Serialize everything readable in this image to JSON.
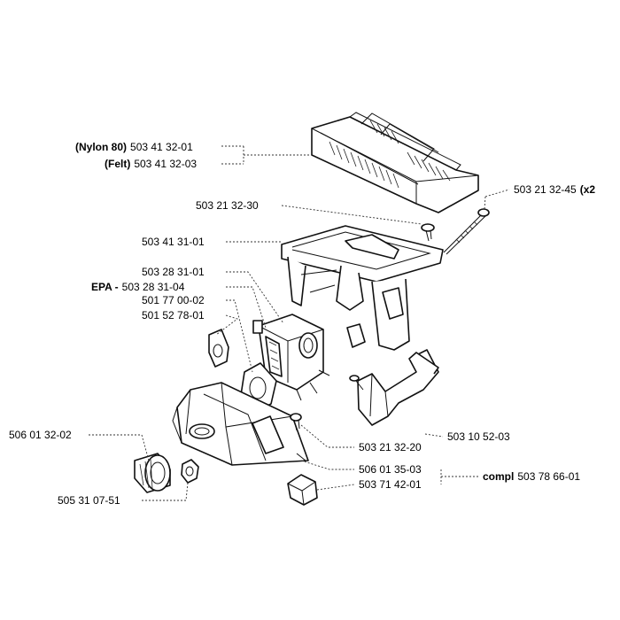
{
  "labels": {
    "nylon_prefix": "(Nylon 80)",
    "nylon_num": "503 41 32-01",
    "felt_prefix": "(Felt)",
    "felt_num": "503 41 32-03",
    "screw_30": "503 21 32-30",
    "screw_45": "503 21 32-45",
    "screw_45_qty": "(x2",
    "frame": "503 41 31-01",
    "carb": "503 28 31-01",
    "epa_prefix": "EPA -",
    "epa_num": "503 28 31-04",
    "gasket": "501 77 00-02",
    "spacer": "501 52 78-01",
    "filter_round": "506 01 32-02",
    "screw_20": "503 21 32-20",
    "bracket": "503 10 52-03",
    "housing": "506 01 35-03",
    "compl_prefix": "compl",
    "compl_num": "503 78 66-01",
    "grommet": "503 71 42-01",
    "nut": "505 31 07-51"
  }
}
